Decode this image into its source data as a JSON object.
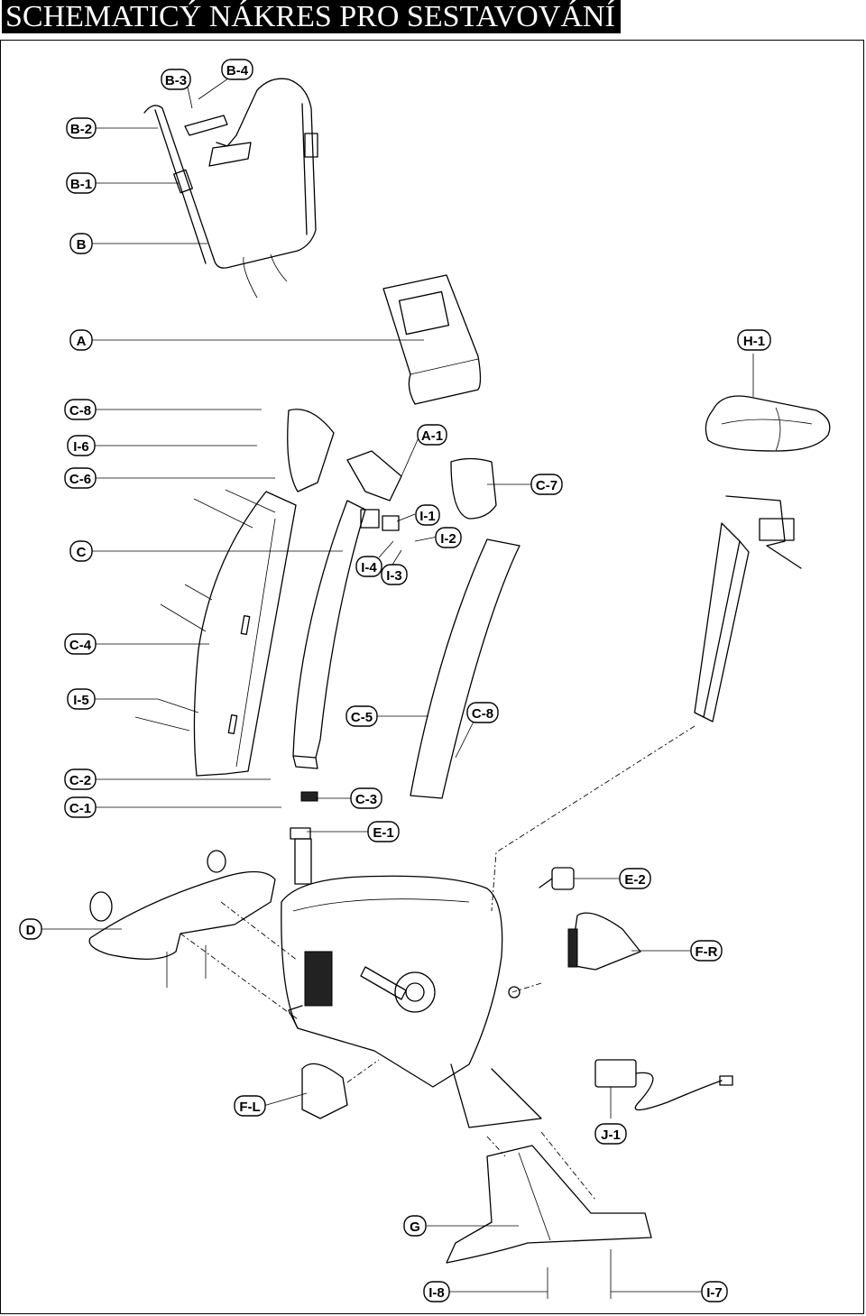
{
  "title": "SCHEMATICÝ NÁKRES PRO SESTAVOVÁNÍ",
  "labels": {
    "B3": "B-3",
    "B4": "B-4",
    "B2": "B-2",
    "B1": "B-1",
    "B": "B",
    "A": "A",
    "H1": "H-1",
    "C8a": "C-8",
    "I6": "I-6",
    "A1": "A-1",
    "C6": "C-6",
    "C7": "C-7",
    "I1": "I-1",
    "C": "C",
    "I2": "I-2",
    "I4": "I-4",
    "I3": "I-3",
    "C4": "C-4",
    "I5": "I-5",
    "C5": "C-5",
    "C8b": "C-8",
    "C2": "C-2",
    "C1": "C-1",
    "C3": "C-3",
    "E1": "E-1",
    "E2": "E-2",
    "D": "D",
    "FR": "F-R",
    "FL": "F-L",
    "J1": "J-1",
    "G": "G",
    "I8": "I-8",
    "I7": "I-7"
  }
}
